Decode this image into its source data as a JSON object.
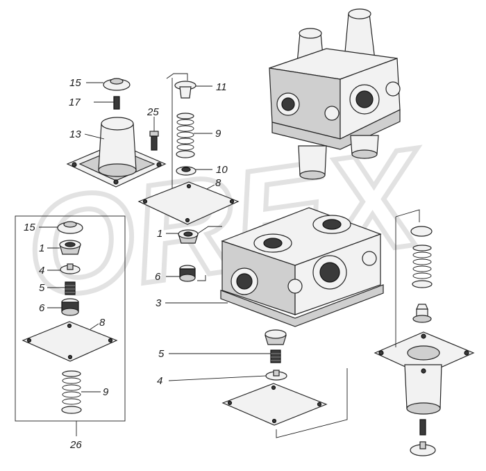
{
  "callouts": {
    "c15_top": "15",
    "c17": "17",
    "c13": "13",
    "c25": "25",
    "c11": "11",
    "c9_top": "9",
    "c10": "10",
    "c8_top": "8",
    "c1_mid": "1",
    "c6_mid": "6",
    "c3": "3",
    "c5_mid": "5",
    "c4_mid": "4",
    "c15_box": "15",
    "c1_box": "1",
    "c4_box": "4",
    "c5_box": "5",
    "c6_box": "6",
    "c8_box": "8",
    "c9_box": "9",
    "c26": "26"
  },
  "watermark": "OREX",
  "colors": {
    "line": "#1a1a1a",
    "part_fill": "#f2f2f2",
    "shade": "#cfcfcf",
    "watermark": "#dcdcdc"
  }
}
